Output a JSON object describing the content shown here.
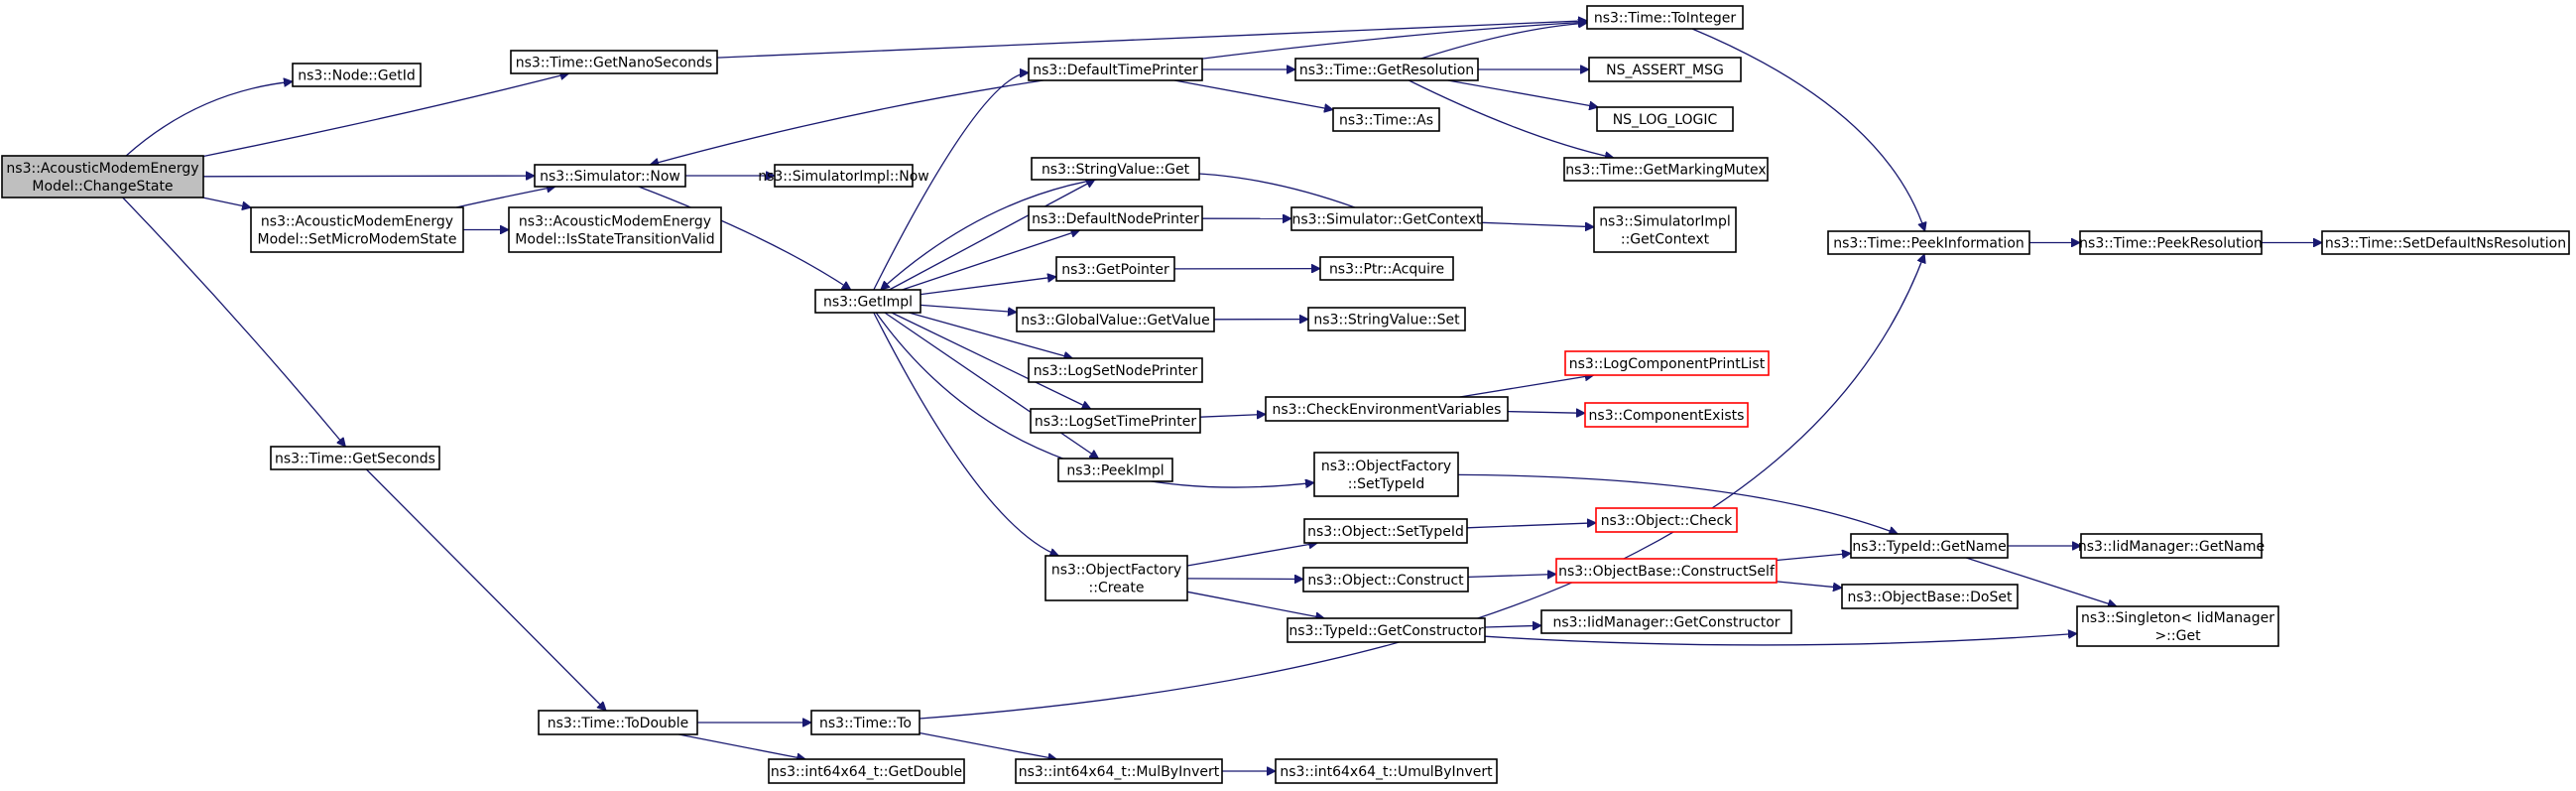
{
  "colors": {
    "edge": "#191970",
    "node_border": "#000000",
    "node_border_truncated": "#ff0000",
    "root_fill": "#bfbfbf",
    "node_fill": "#ffffff"
  },
  "nodes": [
    {
      "id": "root",
      "lines": [
        "ns3::AcousticModemEnergy",
        "Model::ChangeState"
      ],
      "style": "root"
    },
    {
      "id": "getid",
      "lines": [
        "ns3::Node::GetId"
      ],
      "style": "normal"
    },
    {
      "id": "getnano",
      "lines": [
        "ns3::Time::GetNanoSeconds"
      ],
      "style": "normal"
    },
    {
      "id": "simnow",
      "lines": [
        "ns3::Simulator::Now"
      ],
      "style": "normal"
    },
    {
      "id": "setmicro",
      "lines": [
        "ns3::AcousticModemEnergy",
        "Model::SetMicroModemState"
      ],
      "style": "normal"
    },
    {
      "id": "isvalid",
      "lines": [
        "ns3::AcousticModemEnergy",
        "Model::IsStateTransitionValid"
      ],
      "style": "normal"
    },
    {
      "id": "getseconds",
      "lines": [
        "ns3::Time::GetSeconds"
      ],
      "style": "normal"
    },
    {
      "id": "simimplnow",
      "lines": [
        "ns3::SimulatorImpl::Now"
      ],
      "style": "normal"
    },
    {
      "id": "getimpl",
      "lines": [
        "ns3::GetImpl"
      ],
      "style": "normal"
    },
    {
      "id": "deftime",
      "lines": [
        "ns3::DefaultTimePrinter"
      ],
      "style": "normal"
    },
    {
      "id": "strget",
      "lines": [
        "ns3::StringValue::Get"
      ],
      "style": "normal"
    },
    {
      "id": "defnode",
      "lines": [
        "ns3::DefaultNodePrinter"
      ],
      "style": "normal"
    },
    {
      "id": "getptr",
      "lines": [
        "ns3::GetPointer"
      ],
      "style": "normal"
    },
    {
      "id": "gvget",
      "lines": [
        "ns3::GlobalValue::GetValue"
      ],
      "style": "normal"
    },
    {
      "id": "logsetnode",
      "lines": [
        "ns3::LogSetNodePrinter"
      ],
      "style": "normal"
    },
    {
      "id": "logsettime",
      "lines": [
        "ns3::LogSetTimePrinter"
      ],
      "style": "normal"
    },
    {
      "id": "peekimpl",
      "lines": [
        "ns3::PeekImpl"
      ],
      "style": "normal"
    },
    {
      "id": "ofcreate",
      "lines": [
        "ns3::ObjectFactory",
        "::Create"
      ],
      "style": "normal"
    },
    {
      "id": "toint",
      "lines": [
        "ns3::Time::ToInteger"
      ],
      "style": "normal"
    },
    {
      "id": "getres",
      "lines": [
        "ns3::Time::GetResolution"
      ],
      "style": "normal"
    },
    {
      "id": "as",
      "lines": [
        "ns3::Time::As"
      ],
      "style": "normal"
    },
    {
      "id": "assert",
      "lines": [
        "NS_ASSERT_MSG"
      ],
      "style": "normal"
    },
    {
      "id": "loglogic",
      "lines": [
        "NS_LOG_LOGIC"
      ],
      "style": "normal"
    },
    {
      "id": "mutex",
      "lines": [
        "ns3::Time::GetMarkingMutex"
      ],
      "style": "normal"
    },
    {
      "id": "simctx",
      "lines": [
        "ns3::Simulator::GetContext"
      ],
      "style": "normal"
    },
    {
      "id": "simimplctx",
      "lines": [
        "ns3::SimulatorImpl",
        "::GetContext"
      ],
      "style": "normal"
    },
    {
      "id": "ptracq",
      "lines": [
        "ns3::Ptr::Acquire"
      ],
      "style": "normal"
    },
    {
      "id": "strset",
      "lines": [
        "ns3::StringValue::Set"
      ],
      "style": "normal"
    },
    {
      "id": "checkenv",
      "lines": [
        "ns3::CheckEnvironmentVariables"
      ],
      "style": "normal"
    },
    {
      "id": "logcomp",
      "lines": [
        "ns3::LogComponentPrintList"
      ],
      "style": "truncated"
    },
    {
      "id": "compexists",
      "lines": [
        "ns3::ComponentExists"
      ],
      "style": "truncated"
    },
    {
      "id": "ofsettid",
      "lines": [
        "ns3::ObjectFactory",
        "::SetTypeId"
      ],
      "style": "normal"
    },
    {
      "id": "objsettid",
      "lines": [
        "ns3::Object::SetTypeId"
      ],
      "style": "normal"
    },
    {
      "id": "objcheck",
      "lines": [
        "ns3::Object::Check"
      ],
      "style": "truncated"
    },
    {
      "id": "objconstruct",
      "lines": [
        "ns3::Object::Construct"
      ],
      "style": "normal"
    },
    {
      "id": "constructself",
      "lines": [
        "ns3::ObjectBase::ConstructSelf"
      ],
      "style": "truncated"
    },
    {
      "id": "tidgetctor",
      "lines": [
        "ns3::TypeId::GetConstructor"
      ],
      "style": "normal"
    },
    {
      "id": "iidgetctor",
      "lines": [
        "ns3::IidManager::GetConstructor"
      ],
      "style": "normal"
    },
    {
      "id": "peekinfo",
      "lines": [
        "ns3::Time::PeekInformation"
      ],
      "style": "normal"
    },
    {
      "id": "peekres",
      "lines": [
        "ns3::Time::PeekResolution"
      ],
      "style": "normal"
    },
    {
      "id": "setdefres",
      "lines": [
        "ns3::Time::SetDefaultNsResolution"
      ],
      "style": "normal"
    },
    {
      "id": "tidgetname",
      "lines": [
        "ns3::TypeId::GetName"
      ],
      "style": "normal"
    },
    {
      "id": "iidgetname",
      "lines": [
        "ns3::IidManager::GetName"
      ],
      "style": "normal"
    },
    {
      "id": "doset",
      "lines": [
        "ns3::ObjectBase::DoSet"
      ],
      "style": "normal"
    },
    {
      "id": "singleton",
      "lines": [
        "ns3::Singleton< IidManager",
        ">::Get"
      ],
      "style": "normal"
    },
    {
      "id": "todouble",
      "lines": [
        "ns3::Time::ToDouble"
      ],
      "style": "normal"
    },
    {
      "id": "timeto",
      "lines": [
        "ns3::Time::To"
      ],
      "style": "normal"
    },
    {
      "id": "getdouble",
      "lines": [
        "ns3::int64x64_t::GetDouble"
      ],
      "style": "normal"
    },
    {
      "id": "mulbyinv",
      "lines": [
        "ns3::int64x64_t::MulByInvert"
      ],
      "style": "normal"
    },
    {
      "id": "umulbyinv",
      "lines": [
        "ns3::int64x64_t::UmulByInvert"
      ],
      "style": "normal"
    }
  ],
  "edges": [
    [
      "root",
      "getid"
    ],
    [
      "root",
      "getnano"
    ],
    [
      "root",
      "simnow"
    ],
    [
      "root",
      "setmicro"
    ],
    [
      "root",
      "getseconds"
    ],
    [
      "getnano",
      "toint"
    ],
    [
      "simnow",
      "simimplnow"
    ],
    [
      "simnow",
      "getimpl"
    ],
    [
      "setmicro",
      "simnow"
    ],
    [
      "setmicro",
      "isvalid"
    ],
    [
      "getseconds",
      "todouble"
    ],
    [
      "getimpl",
      "deftime"
    ],
    [
      "getimpl",
      "strget"
    ],
    [
      "getimpl",
      "defnode"
    ],
    [
      "getimpl",
      "getptr"
    ],
    [
      "getimpl",
      "gvget"
    ],
    [
      "getimpl",
      "logsetnode"
    ],
    [
      "getimpl",
      "logsettime"
    ],
    [
      "getimpl",
      "peekimpl"
    ],
    [
      "getimpl",
      "ofsettid"
    ],
    [
      "getimpl",
      "ofcreate"
    ],
    [
      "deftime",
      "simnow"
    ],
    [
      "deftime",
      "getres"
    ],
    [
      "deftime",
      "as"
    ],
    [
      "deftime",
      "toint"
    ],
    [
      "getres",
      "assert"
    ],
    [
      "getres",
      "loglogic"
    ],
    [
      "getres",
      "mutex"
    ],
    [
      "getres",
      "toint"
    ],
    [
      "defnode",
      "simctx"
    ],
    [
      "simctx",
      "getimpl"
    ],
    [
      "simctx",
      "simimplctx"
    ],
    [
      "getptr",
      "ptracq"
    ],
    [
      "gvget",
      "strset"
    ],
    [
      "logsettime",
      "checkenv"
    ],
    [
      "checkenv",
      "logcomp"
    ],
    [
      "checkenv",
      "compexists"
    ],
    [
      "ofsettid",
      "tidgetname"
    ],
    [
      "ofcreate",
      "objsettid"
    ],
    [
      "ofcreate",
      "objconstruct"
    ],
    [
      "ofcreate",
      "tidgetctor"
    ],
    [
      "objsettid",
      "objcheck"
    ],
    [
      "objconstruct",
      "constructself"
    ],
    [
      "constructself",
      "tidgetname"
    ],
    [
      "constructself",
      "doset"
    ],
    [
      "tidgetctor",
      "iidgetctor"
    ],
    [
      "tidgetctor",
      "singleton"
    ],
    [
      "toint",
      "peekinfo"
    ],
    [
      "peekinfo",
      "peekres"
    ],
    [
      "peekres",
      "setdefres"
    ],
    [
      "tidgetname",
      "iidgetname"
    ],
    [
      "tidgetname",
      "singleton"
    ],
    [
      "todouble",
      "timeto"
    ],
    [
      "todouble",
      "getdouble"
    ],
    [
      "timeto",
      "peekinfo"
    ],
    [
      "timeto",
      "mulbyinv"
    ],
    [
      "mulbyinv",
      "umulbyinv"
    ]
  ]
}
